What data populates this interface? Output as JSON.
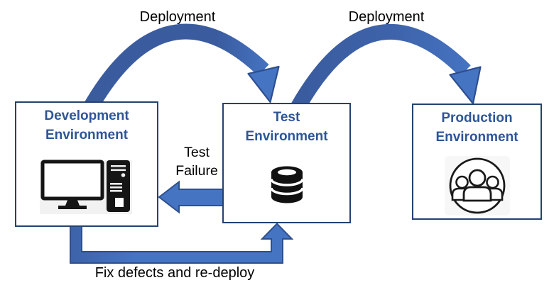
{
  "diagram": {
    "nodes": [
      {
        "id": "development-environment",
        "line1": "Development",
        "line2": "Environment",
        "icon": "desktop-computer"
      },
      {
        "id": "test-environment",
        "line1": "Test",
        "line2": "Environment",
        "icon": "database"
      },
      {
        "id": "production-environment",
        "line1": "Production",
        "line2": "Environment",
        "icon": "users-group"
      }
    ],
    "edges": [
      {
        "id": "dev-to-test-deployment",
        "label": "Deployment"
      },
      {
        "id": "test-to-prod-deployment",
        "label": "Deployment"
      },
      {
        "id": "test-to-dev-failure",
        "line1": "Test",
        "line2": "Failure"
      },
      {
        "id": "dev-to-test-redeploy",
        "label": "Fix defects and re-deploy"
      }
    ],
    "colors": {
      "box_border": "#24426e",
      "box_title_text": "#2e5597",
      "arrow_body_dark": "#3a5b9e",
      "arrow_fill_light": "#4574c3",
      "arrow_outline": "#2e4f8f",
      "label_text": "#000000",
      "icon_ink": "#151515",
      "icon_backdrop": "#f2f2f2"
    }
  }
}
